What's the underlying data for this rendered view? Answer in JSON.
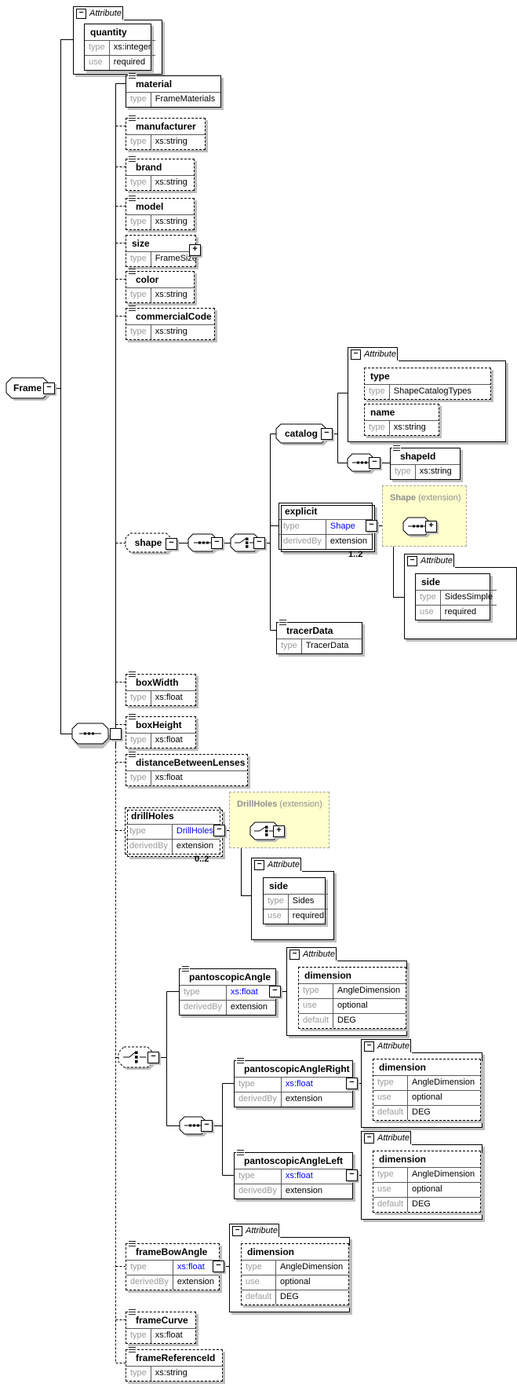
{
  "colors": {
    "link": "#0000ff",
    "shadow": "#bdbdbd",
    "label_gray": "#9c9c9c",
    "grid_line": "#5a5a5a",
    "ext_fill": "#ffffcc",
    "ext_border": "#a8a8a8",
    "ext_title": "#8f8f8f",
    "line": "#000000"
  },
  "icons": {
    "collapse": "−",
    "expand": "+"
  },
  "labels": {
    "attribute": "Attribute"
  },
  "root": {
    "label": "Frame"
  },
  "pills": {
    "shape": "shape",
    "catalog": "catalog"
  },
  "extensions": {
    "shape": {
      "name": "Shape",
      "suffix": " (extension)"
    },
    "drillHoles": {
      "name": "DrillHoles",
      "suffix": " (extension)"
    }
  },
  "occurrences": {
    "explicit": "1..2",
    "drillHoles": "0..2"
  },
  "nodes": {
    "quantity": {
      "title": "quantity",
      "rows": [
        [
          "type",
          "xs:integer"
        ],
        [
          "use",
          "required"
        ]
      ]
    },
    "material": {
      "title": "material",
      "rows": [
        [
          "type",
          "FrameMaterials"
        ]
      ]
    },
    "manufacturer": {
      "title": "manufacturer",
      "rows": [
        [
          "type",
          "xs:string"
        ]
      ]
    },
    "brand": {
      "title": "brand",
      "rows": [
        [
          "type",
          "xs:string"
        ]
      ]
    },
    "model": {
      "title": "model",
      "rows": [
        [
          "type",
          "xs:string"
        ]
      ]
    },
    "size": {
      "title": "size",
      "rows": [
        [
          "type",
          "FrameSize"
        ]
      ]
    },
    "color": {
      "title": "color",
      "rows": [
        [
          "type",
          "xs:string"
        ]
      ]
    },
    "commercialCode": {
      "title": "commercialCode",
      "rows": [
        [
          "type",
          "xs:string"
        ]
      ]
    },
    "typeAttr": {
      "title": "type",
      "rows": [
        [
          "type",
          "ShapeCatalogTypes"
        ]
      ]
    },
    "nameAttr": {
      "title": "name",
      "rows": [
        [
          "type",
          "xs:string"
        ]
      ]
    },
    "shapeId": {
      "title": "shapeId",
      "rows": [
        [
          "type",
          "xs:string"
        ]
      ]
    },
    "explicit": {
      "title": "explicit",
      "rows": [
        [
          "type",
          "Shape"
        ],
        [
          "derivedBy",
          "extension"
        ]
      ]
    },
    "sideSimple": {
      "title": "side",
      "rows": [
        [
          "type",
          "SidesSimple"
        ],
        [
          "use",
          "required"
        ]
      ]
    },
    "tracerData": {
      "title": "tracerData",
      "rows": [
        [
          "type",
          "TracerData"
        ]
      ]
    },
    "boxWidth": {
      "title": "boxWidth",
      "rows": [
        [
          "type",
          "xs:float"
        ]
      ]
    },
    "boxHeight": {
      "title": "boxHeight",
      "rows": [
        [
          "type",
          "xs:float"
        ]
      ]
    },
    "distanceBetweenLenses": {
      "title": "distanceBetweenLenses",
      "rows": [
        [
          "type",
          "xs:float"
        ]
      ]
    },
    "drillHoles": {
      "title": "drillHoles",
      "rows": [
        [
          "type",
          "DrillHoles"
        ],
        [
          "derivedBy",
          "extension"
        ]
      ]
    },
    "sides": {
      "title": "side",
      "rows": [
        [
          "type",
          "Sides"
        ],
        [
          "use",
          "required"
        ]
      ]
    },
    "pantoscopicAngle": {
      "title": "pantoscopicAngle",
      "rows": [
        [
          "type",
          "xs:float"
        ],
        [
          "derivedBy",
          "extension"
        ]
      ]
    },
    "dimension1": {
      "title": "dimension",
      "rows": [
        [
          "type",
          "AngleDimension"
        ],
        [
          "use",
          "optional"
        ],
        [
          "default",
          "DEG"
        ]
      ]
    },
    "pantoscopicAngleRight": {
      "title": "pantoscopicAngleRight",
      "rows": [
        [
          "type",
          "xs:float"
        ],
        [
          "derivedBy",
          "extension"
        ]
      ]
    },
    "dimension2": {
      "title": "dimension",
      "rows": [
        [
          "type",
          "AngleDimension"
        ],
        [
          "use",
          "optional"
        ],
        [
          "default",
          "DEG"
        ]
      ]
    },
    "pantoscopicAngleLeft": {
      "title": "pantoscopicAngleLeft",
      "rows": [
        [
          "type",
          "xs:float"
        ],
        [
          "derivedBy",
          "extension"
        ]
      ]
    },
    "dimension3": {
      "title": "dimension",
      "rows": [
        [
          "type",
          "AngleDimension"
        ],
        [
          "use",
          "optional"
        ],
        [
          "default",
          "DEG"
        ]
      ]
    },
    "frameBowAngle": {
      "title": "frameBowAngle",
      "rows": [
        [
          "type",
          "xs:float"
        ],
        [
          "derivedBy",
          "extension"
        ]
      ]
    },
    "dimension4": {
      "title": "dimension",
      "rows": [
        [
          "type",
          "AngleDimension"
        ],
        [
          "use",
          "optional"
        ],
        [
          "default",
          "DEG"
        ]
      ]
    },
    "frameCurve": {
      "title": "frameCurve",
      "rows": [
        [
          "type",
          "xs:float"
        ]
      ]
    },
    "frameReferenceId": {
      "title": "frameReferenceId",
      "rows": [
        [
          "type",
          "xs:string"
        ]
      ]
    }
  }
}
